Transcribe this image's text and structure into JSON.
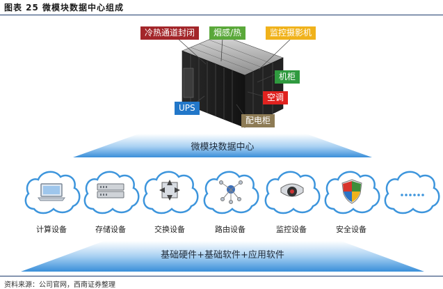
{
  "figure": {
    "title": "图表 25   微模块数据中心组成",
    "source": "资料来源：公司官网，西南证券整理"
  },
  "tags": {
    "hot_cold": "冷热通道封闭",
    "smoke": "烟感/热",
    "camera": "监控摄影机",
    "cabinet": "机柜",
    "ac": "空调",
    "ups": "UPS",
    "pdu": "配电柜"
  },
  "banners": {
    "top": "微模块数据中心",
    "bottom": "基础硬件+基础软件+应用软件"
  },
  "items": [
    {
      "label": "计算设备",
      "icon": "laptop-icon"
    },
    {
      "label": "存储设备",
      "icon": "storage-icon"
    },
    {
      "label": "交换设备",
      "icon": "switch-icon"
    },
    {
      "label": "路由设备",
      "icon": "router-icon"
    },
    {
      "label": "监控设备",
      "icon": "camera-icon"
    },
    {
      "label": "安全设备",
      "icon": "shield-icon"
    },
    {
      "label": "",
      "icon": "more-icon"
    }
  ],
  "colors": {
    "hot_cold": "#a3262a",
    "smoke": "#5aa83a",
    "camera": "#f0b21b",
    "cabinet": "#2f9a3f",
    "ac": "#e0221f",
    "ups": "#2277c9",
    "pdu": "#8d7b55",
    "banner": "#3a8fd9",
    "cloud_stroke": "#3d95dc"
  }
}
